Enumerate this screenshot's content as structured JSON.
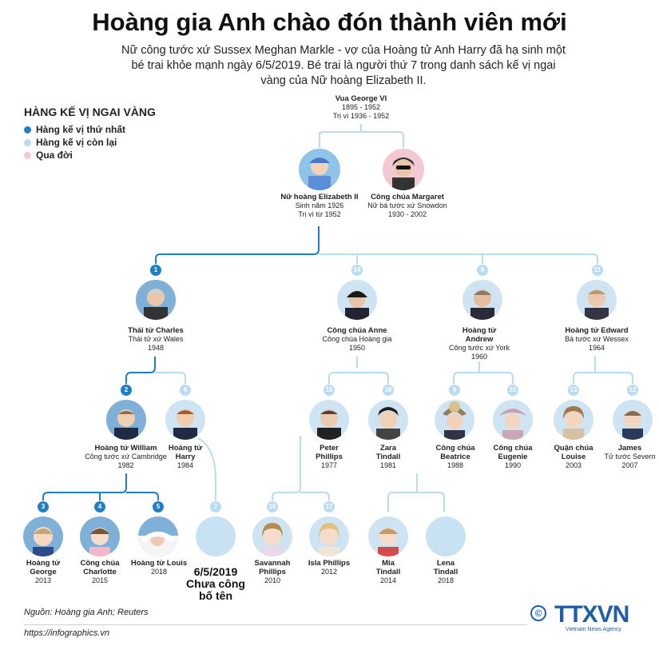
{
  "title": "Hoàng gia Anh chào đón thành viên mới",
  "subtitle": "Nữ công tước xứ Sussex Meghan Markle - vợ của Hoàng tử Anh Harry đã hạ sinh một bé trai khỏe mạnh ngày 6/5/2019. Bé trai là người thứ 7 trong danh sách kế vị ngai vàng của Nữ hoàng Elizabeth II.",
  "legend": {
    "title": "HÀNG KẾ VỊ NGAI VÀNG",
    "items": [
      {
        "label": "Hàng kế vị thứ nhất",
        "color": "#1f7fc4"
      },
      {
        "label": "Hàng kế vị còn lại",
        "color": "#b9dcf2"
      },
      {
        "label": "Qua đời",
        "color": "#f2c9d3"
      }
    ]
  },
  "root": {
    "name": "Vua George VI",
    "l1": "1895 - 1952",
    "l2": "Trị vì 1936 - 1952"
  },
  "elizabeth": {
    "name": "Nữ hoàng Elizabeth II",
    "l1": "Sinh năm 1926",
    "l2": "Trị vì từ 1952"
  },
  "margaret": {
    "name": "Công chúa Margaret",
    "l1": "Nữ bá tước xứ Snowdon",
    "l2": "1930 - 2002"
  },
  "charles": {
    "badge": "1",
    "name": "Thái tử Charles",
    "l1": "Thái tử xứ Wales",
    "l2": "1948"
  },
  "anne": {
    "badge": "14",
    "name": "Công chúa Anne",
    "l1": "Công chúa Hoàng gia",
    "l2": "1950"
  },
  "andrew": {
    "badge": "8",
    "name": "Hoàng tử",
    "name2": "Andrew",
    "l1": "Công tước xứ York",
    "l2": "1960"
  },
  "edward": {
    "badge": "11",
    "name": "Hoàng tử Edward",
    "l1": "Bá tước xứ Wessex",
    "l2": "1964"
  },
  "william": {
    "badge": "2",
    "name": "Hoàng tử William",
    "l1": "Công tước xứ Cambridge",
    "l2": "1982"
  },
  "harry": {
    "badge": "6",
    "name": "Hoàng tử",
    "name2": "Harry",
    "l1": "1984"
  },
  "peter": {
    "badge": "15",
    "name": "Peter",
    "name2": "Phillips",
    "l1": "1977"
  },
  "zara": {
    "badge": "18",
    "name": "Zara",
    "name2": "Tindall",
    "l1": "1981"
  },
  "beatrice": {
    "badge": "9",
    "name": "Công chúa",
    "name2": "Beatrice",
    "l1": "1988"
  },
  "eugenie": {
    "badge": "10",
    "name": "Công chúa",
    "name2": "Eugenie",
    "l1": "1990"
  },
  "louise": {
    "badge": "13",
    "name": "Quận chúa",
    "name2": "Louise",
    "l1": "2003"
  },
  "james": {
    "badge": "12",
    "name": "James",
    "name2": "Tử tước Severn",
    "l1": "2007"
  },
  "george": {
    "badge": "3",
    "name": "Hoàng tử",
    "name2": "George",
    "l1": "2013"
  },
  "charlotte": {
    "badge": "4",
    "name": "Công chúa",
    "name2": "Charlotte",
    "l1": "2015"
  },
  "louis": {
    "badge": "5",
    "name": "Hoàng tử Louis",
    "l1": "2018"
  },
  "baby": {
    "badge": "7",
    "l1": "6/5/2019",
    "l2": "Chưa công",
    "l3": "bố tên"
  },
  "savannah": {
    "badge": "16",
    "name": "Savannah",
    "name2": "Phillips",
    "l1": "2010"
  },
  "isla": {
    "badge": "17",
    "name": "Isla Phillips",
    "l1": "2012"
  },
  "mia": {
    "name": "Mia",
    "name2": "Tindall",
    "l1": "2014"
  },
  "lena": {
    "name": "Lena",
    "name2": "Tindall",
    "l1": "2018"
  },
  "source": "Nguồn: Hoàng gia Anh; Reuters",
  "site": "https://infographics.vn",
  "brand": "TTXVN",
  "brand_sub": "Vietnam News Agency",
  "copyright": "©"
}
